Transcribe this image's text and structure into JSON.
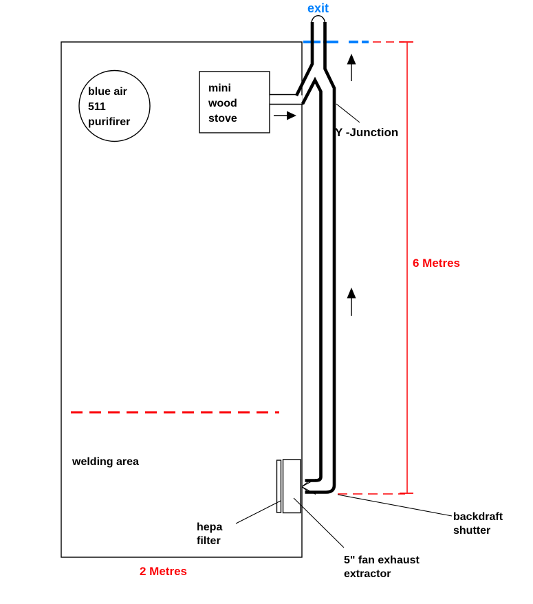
{
  "title": "workshop extraction ducting diagram",
  "colors": {
    "accent_blue": "#0080fe",
    "accent_red": "#fb0207",
    "ink": "#000000"
  },
  "icons": {
    "flow_up_top": "arrow-up-icon",
    "flow_right_stove": "arrow-right-icon",
    "flow_up_mid": "arrow-up-icon"
  },
  "labels": {
    "exit": "exit",
    "purifier": "blue air\n511\npurifirer",
    "stove": "mini\nwood\nstove",
    "y_junction": "Y -Junction",
    "height_dim": "6 Metres",
    "welding_area": "welding area",
    "hepa_filter": "hepa\nfilter",
    "width_dim": "2 Metres",
    "fan": "5\" fan exhaust\nextractor",
    "backdraft": "backdraft\nshutter"
  }
}
